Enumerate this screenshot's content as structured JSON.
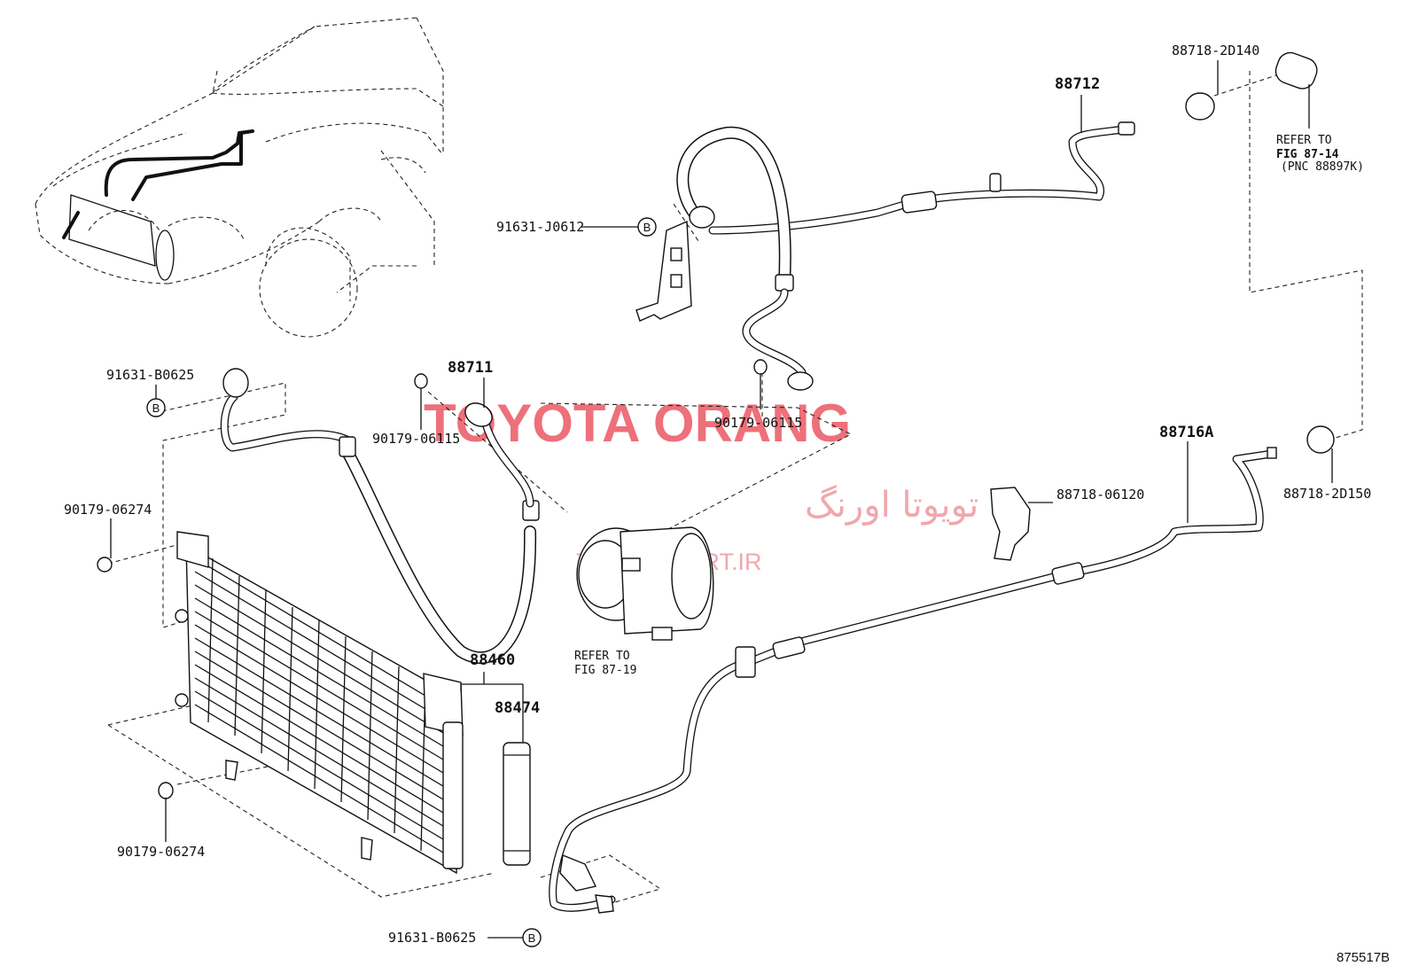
{
  "part_labels": {
    "p88712": "88712",
    "p88718_2D140": "88718-2D140",
    "p91631_J0612": "91631-J0612",
    "p91631_B0625_top": "91631-B0625",
    "p88711": "88711",
    "p90179_06115_left": "90179-06115",
    "p90179_06115_mid": "90179-06115",
    "p88716A": "88716A",
    "p88718_06120": "88718-06120",
    "p88718_2D150": "88718-2D150",
    "p90179_06274_top": "90179-06274",
    "p90179_06274_bottom": "90179-06274",
    "p88460": "88460",
    "p88474": "88474",
    "p91631_B0625_bottom": "91631-B0625"
  },
  "callouts": {
    "b_top_right": "B",
    "b_top_left": "B",
    "b_bottom": "B"
  },
  "references": {
    "fig_87_14_line1": "REFER TO",
    "fig_87_14_line2": "FIG 87-14",
    "fig_87_14_line3": "(PNC 88897K)",
    "fig_87_19_line1": "REFER TO",
    "fig_87_19_line2": "FIG 87-19"
  },
  "watermark": {
    "brand": "TOYOTA ORANG",
    "persian": "تویوتا اورنگ",
    "url": "TOYOTAPART.IR"
  },
  "diagram_id": "875517B"
}
